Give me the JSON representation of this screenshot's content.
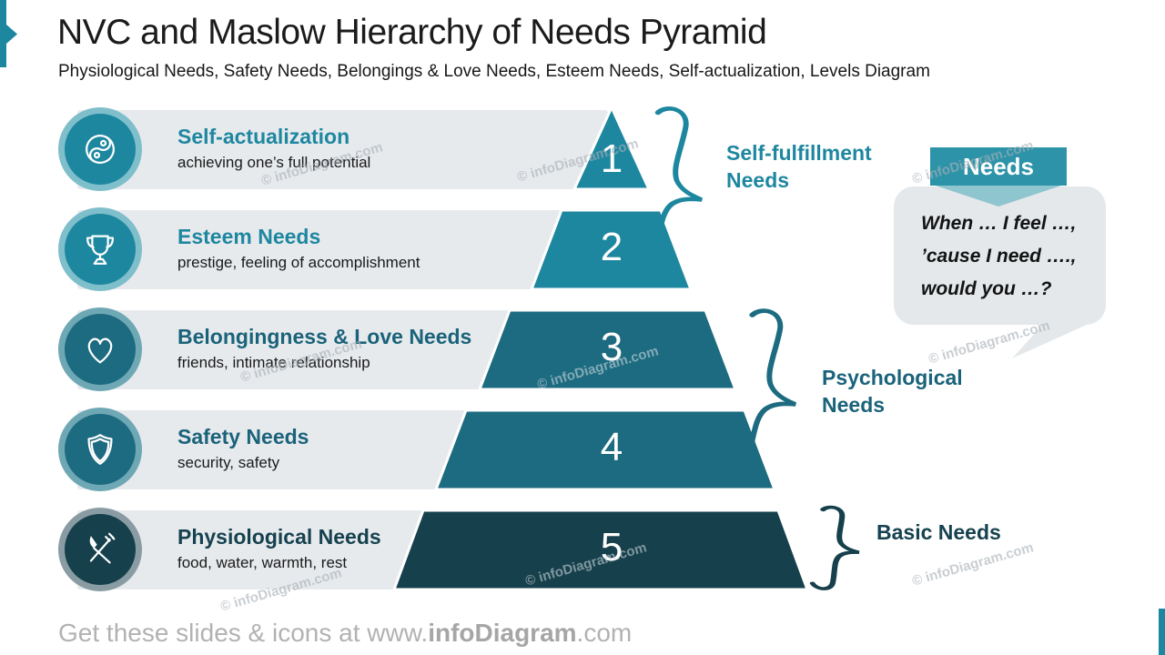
{
  "slide": {
    "title": "NVC and Maslow Hierarchy of Needs Pyramid",
    "subtitle": "Physiological Needs, Safety Needs, Belongings & Love Needs, Esteem Needs, Self-actualization, Levels Diagram"
  },
  "rows": [
    {
      "num": "1",
      "title": "Self-actualization",
      "desc": "achieving one’s full potential",
      "icon": "yin-yang-icon"
    },
    {
      "num": "2",
      "title": "Esteem Needs",
      "desc": "prestige, feeling of accomplishment",
      "icon": "trophy-icon"
    },
    {
      "num": "3",
      "title": "Belongingness & Love Needs",
      "desc": "friends, intimate relationship",
      "icon": "heart-icon"
    },
    {
      "num": "4",
      "title": "Safety Needs",
      "desc": "security, safety",
      "icon": "shield-icon"
    },
    {
      "num": "5",
      "title": "Physiological Needs",
      "desc": "food, water, warmth, rest",
      "icon": "fork-knife-icon"
    }
  ],
  "groups": [
    {
      "line1": "Self-fulfillment",
      "line2": "Needs"
    },
    {
      "line1": "Psychological",
      "line2": "Needs"
    },
    {
      "line1": "Basic Needs"
    }
  ],
  "bubble": {
    "header": "Needs",
    "lines": [
      "When … I feel …,",
      "’cause I need ….,",
      "would you …?"
    ]
  },
  "footer": {
    "prefix": "Get these slides & icons at www.",
    "brand": "infoDiagram",
    "suffix": ".com"
  },
  "watermark": "© infoDiagram.com",
  "colors": {
    "teal": "#1E87A0",
    "teal_dark": "#1D6B80",
    "teal_darkest": "#16404C",
    "ring_light": "#7FBECB",
    "ring_mid": "#6FA8B5",
    "ring_gray": "#8A9CA3",
    "bar_gray": "#E7EAED",
    "bubble_gray": "#E4E8EB",
    "banner": "#2D93A9",
    "banner_fold": "#8FC5CF"
  }
}
